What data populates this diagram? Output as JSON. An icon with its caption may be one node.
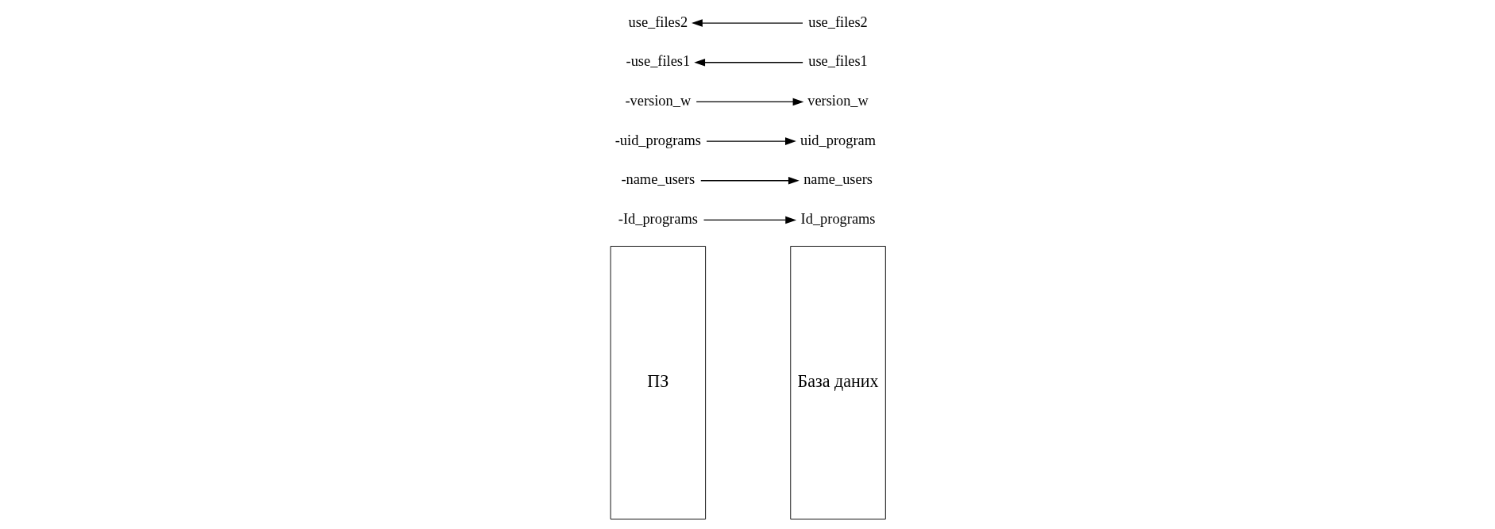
{
  "diagram": {
    "nodes": [
      {
        "text": [
          "ПЗ"
        ]
      },
      {
        "text": [
          "База даних"
        ]
      },
      {
        "text": [
          "-Id_programs"
        ]
      },
      {
        "text": [
          "Id_programs"
        ]
      },
      {
        "text": [
          "-name_users"
        ]
      },
      {
        "text": [
          "name_users"
        ]
      },
      {
        "text": [
          "-uid_programs"
        ]
      },
      {
        "text": [
          "uid_program"
        ]
      },
      {
        "text": [
          "-version_w"
        ]
      },
      {
        "text": [
          "version_w"
        ]
      },
      {
        "text": [
          "-use_files1"
        ]
      },
      {
        "text": [
          "use_files1"
        ]
      },
      {
        "text": [
          "use_files2"
        ]
      },
      {
        "text": [
          "use_files2"
        ]
      }
    ],
    "edges": [
      {
        "from": 2,
        "to": 3,
        "arrow": "to"
      },
      {
        "from": 4,
        "to": 5,
        "arrow": "to"
      },
      {
        "from": 6,
        "to": 7,
        "arrow": "to"
      },
      {
        "from": 8,
        "to": 9,
        "arrow": "to"
      },
      {
        "from": 11,
        "to": 10,
        "arrow": "to"
      },
      {
        "from": 13,
        "to": 12,
        "arrow": "to"
      }
    ]
  }
}
